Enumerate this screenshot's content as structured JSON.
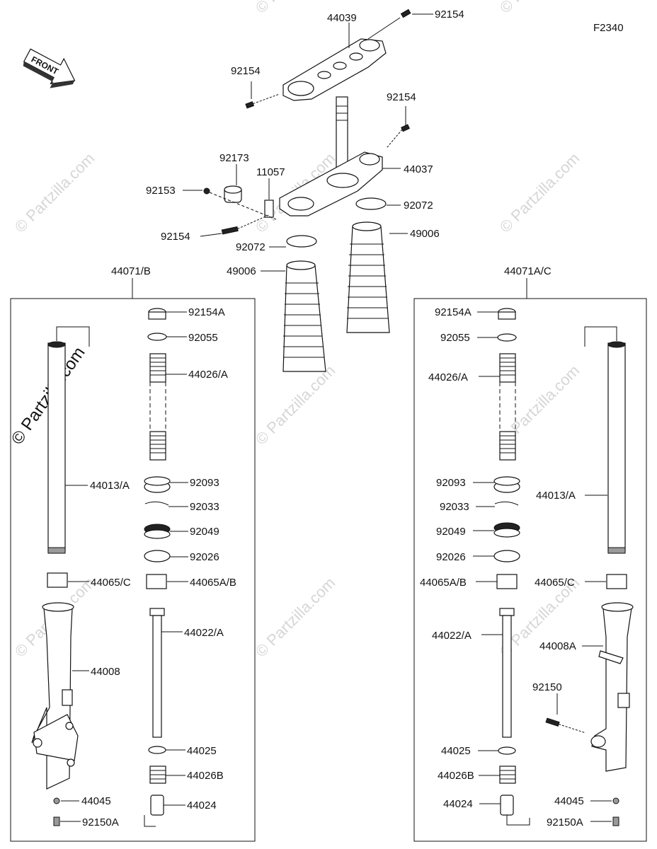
{
  "figure_code": "F2340",
  "front_label": "FRONT",
  "watermarks": [
    "© Partzilla.com"
  ],
  "watermark_main": "© Partzilla.com",
  "top_labels": {
    "l44039": "44039",
    "l92154_tr": "92154",
    "l92154_l": "92154",
    "l92154_m": "92154",
    "l44037": "44037",
    "l92173": "92173",
    "l11057": "11057",
    "l92153": "92153",
    "l92072_r": "92072",
    "l92154_b": "92154",
    "l92072_l": "92072",
    "l49006_r": "49006",
    "l49006_l": "49006"
  },
  "left_group": {
    "title": "44071/B",
    "labels": {
      "l92154A": "92154A",
      "l92055": "92055",
      "l44026A": "44026/A",
      "l44013A": "44013/A",
      "l92093": "92093",
      "l92033": "92033",
      "l92049": "92049",
      "l92026": "92026",
      "l44065C": "44065/C",
      "l44065AB": "44065A/B",
      "l44022A": "44022/A",
      "l44008": "44008",
      "l44025": "44025",
      "l44026B": "44026B",
      "l44024": "44024",
      "l44045": "44045",
      "l92150A": "92150A"
    }
  },
  "right_group": {
    "title": "44071A/C",
    "labels": {
      "l92154A": "92154A",
      "l92055": "92055",
      "l44026A": "44026/A",
      "l44013A": "44013/A",
      "l92093": "92093",
      "l92033": "92033",
      "l92049": "92049",
      "l92026": "92026",
      "l44065AB": "44065A/B",
      "l44065C": "44065/C",
      "l44022A": "44022/A",
      "l44008A": "44008A",
      "l92150": "92150",
      "l44025": "44025",
      "l44026B": "44026B",
      "l44024": "44024",
      "l44045": "44045",
      "l92150A": "92150A"
    }
  }
}
